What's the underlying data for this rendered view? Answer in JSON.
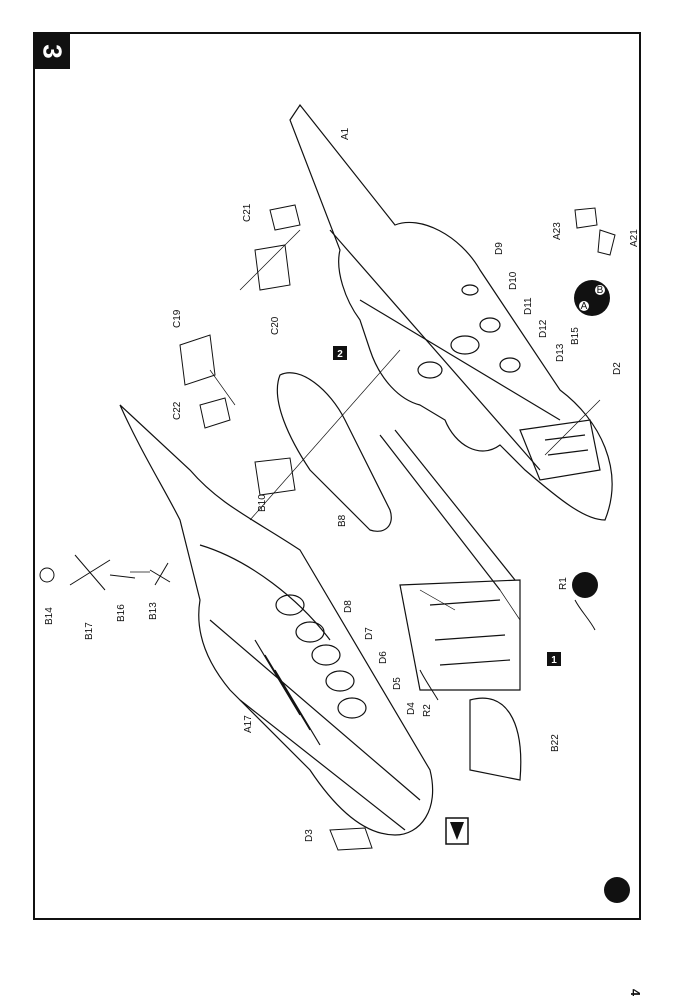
{
  "step_number": "3",
  "page_number": "4",
  "sub_steps": [
    "1",
    "2"
  ],
  "callouts": {
    "top_right": [
      "A1",
      "A21",
      "A23",
      "D9",
      "D10",
      "D11",
      "D12",
      "D13",
      "B15",
      "D2"
    ],
    "upper_mid": [
      "C21",
      "C20",
      "C19",
      "C22",
      "B10",
      "B8"
    ],
    "left": [
      "B14",
      "B17",
      "B16",
      "B13",
      "A17",
      "D3"
    ],
    "middle": [
      "D8",
      "D7",
      "D6",
      "D5",
      "D4",
      "R1",
      "R2",
      "B22"
    ]
  },
  "swap_marker": {
    "left": "A",
    "right": "B"
  }
}
